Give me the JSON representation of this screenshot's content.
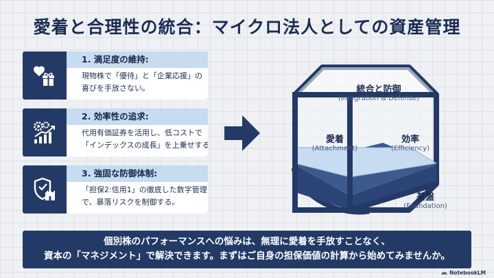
{
  "title": "愛着と合理性の統合：マイクロ法人としての資産管理",
  "cards": [
    {
      "heading": "1. 満足度の維持:",
      "lines": [
        "現物株で「優待」と「企業応援」の",
        "喜びを手放さない。"
      ],
      "icon": "heart-gift-icon"
    },
    {
      "heading": "2. 効率性の追求:",
      "lines": [
        "代用有価証券を活用し、低コストで",
        "「インデックスの成長」を上乗せする。"
      ],
      "icon": "gears-growth-icon"
    },
    {
      "heading": "3. 強固な防御体制:",
      "lines": [
        "「担保2:信用1」の徹底した数字管理",
        "で、暴落リスクを制御する。"
      ],
      "icon": "shield-castle-icon"
    }
  ],
  "diagram": {
    "top": {
      "jp": "統合と防御",
      "en": "(Integration & Defense)"
    },
    "left": {
      "jp": "愛着",
      "en": "(Attachment)"
    },
    "right": {
      "jp": "効率",
      "en": "(Efficiency)"
    },
    "base": {
      "jp": "基盤",
      "en": "(Foundation)"
    }
  },
  "banner": {
    "line1": "個別株のパフォーマンスへの悩みは、無理に愛着を手放すことなく、",
    "line2": "資本の「マネジメント」で解決できます。まずはご自身の担保価値の計算から始めてみませんか。"
  },
  "brand": "NotebookLM",
  "colors": {
    "navy": "#233a66",
    "light_blue": "#c7dcf0",
    "background": "#eef0f3"
  }
}
